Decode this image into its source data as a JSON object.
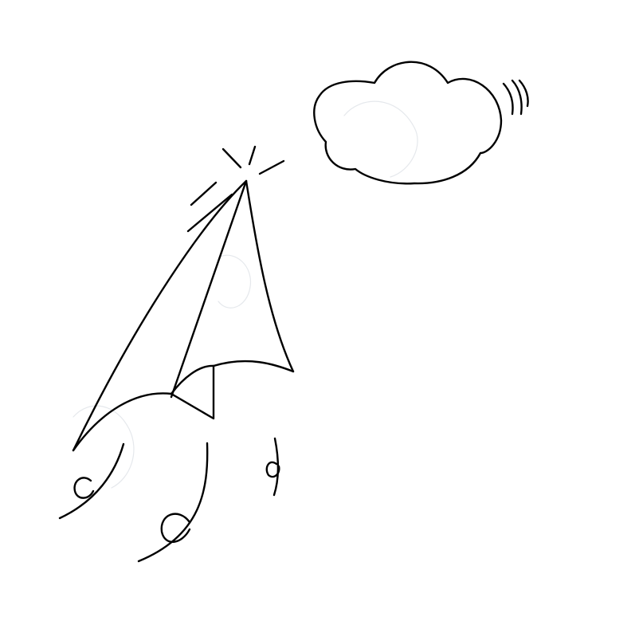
{
  "illustration": {
    "subject": "paper-plane-launch-doodle",
    "line_color": "#000000",
    "background_color": "#ffffff",
    "elements": [
      "cloud",
      "cloud-motion-lines",
      "paper-plane",
      "spark-lines",
      "motion-swooshes"
    ]
  }
}
